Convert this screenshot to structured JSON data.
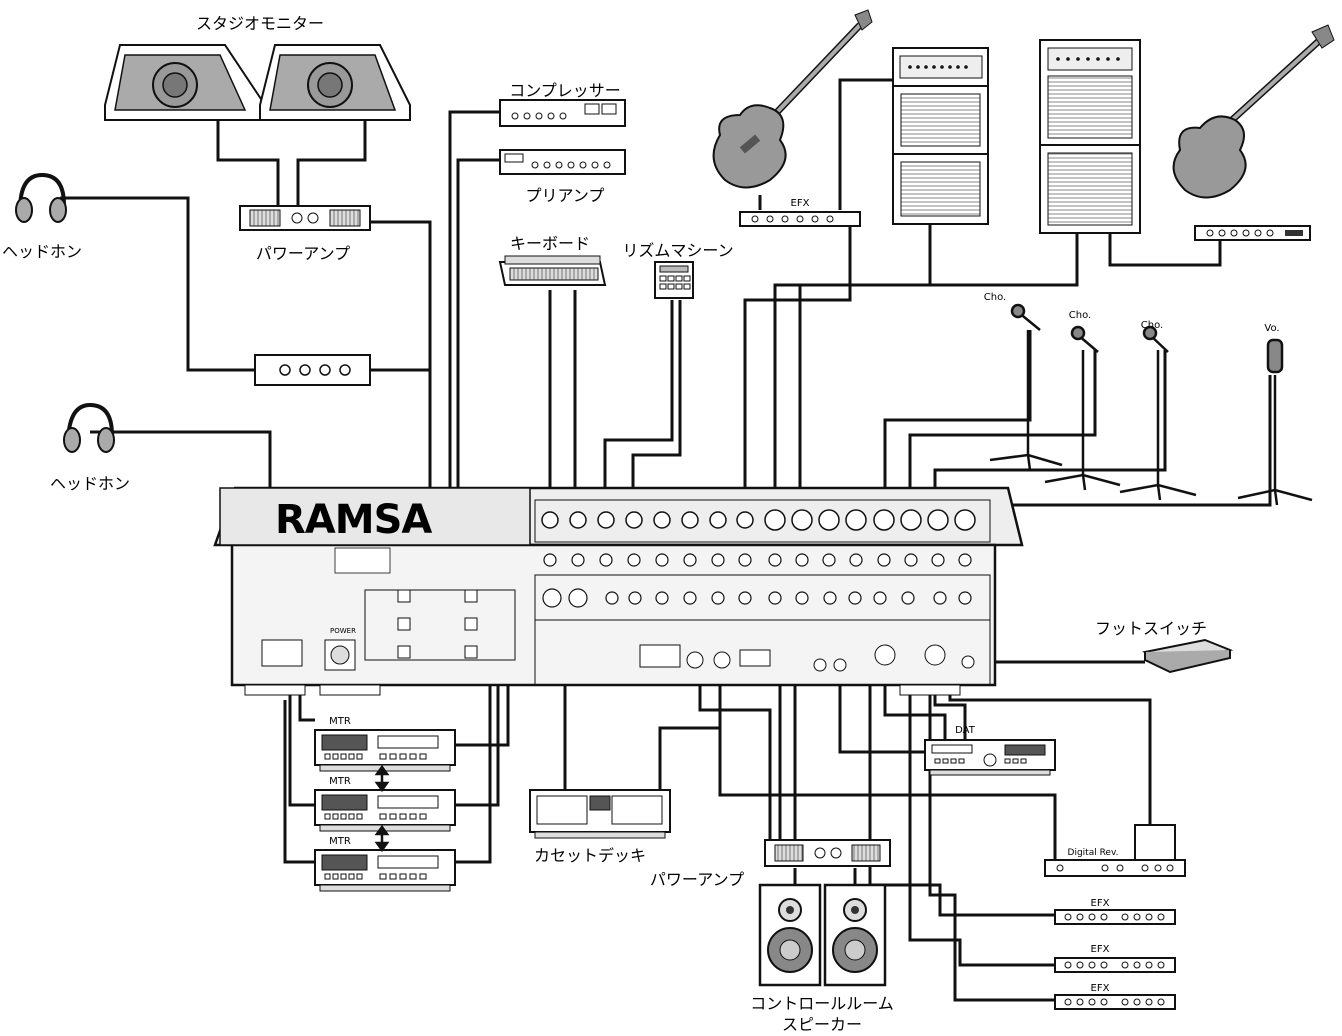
{
  "labels": {
    "studio_monitor": "スタジオモニター",
    "headphone_1": "ヘッドホン",
    "headphone_2": "ヘッドホン",
    "power_amp_1": "パワーアンプ",
    "compressor": "コンプレッサー",
    "preamp": "プリアンプ",
    "keyboard": "キーボード",
    "rhythm_machine": "リズムマシーン",
    "efx_guitar": "EFX",
    "footswitch": "フットスイッチ",
    "mtr_1": "MTR",
    "mtr_2": "MTR",
    "mtr_3": "MTR",
    "dat": "DAT",
    "cassette_deck": "カセットデッキ",
    "power_amp_2": "パワーアンプ",
    "digital_rev": "Digital Rev.",
    "efx_1": "EFX",
    "efx_2": "EFX",
    "efx_3": "EFX",
    "control_room_speaker_line1": "コントロールルーム",
    "control_room_speaker_line2": "スピーカー",
    "cho_1": "Cho.",
    "cho_2": "Cho.",
    "cho_3": "Cho.",
    "vo": "Vo."
  },
  "mixer": {
    "brand": "RAMSA",
    "power_label": "POWER"
  },
  "icons": {
    "studio_monitor": "speaker-wedge-icon",
    "headphone": "headphone-icon",
    "guitar": "electric-guitar-icon",
    "bass": "bass-guitar-icon",
    "microphone": "microphone-icon",
    "amp_stack": "guitar-amp-icon",
    "footswitch": "footswitch-icon",
    "speaker": "speaker-cabinet-icon"
  },
  "colors": {
    "line": "#111111",
    "device_fill": "#eeeeee",
    "device_dark": "#555555"
  }
}
